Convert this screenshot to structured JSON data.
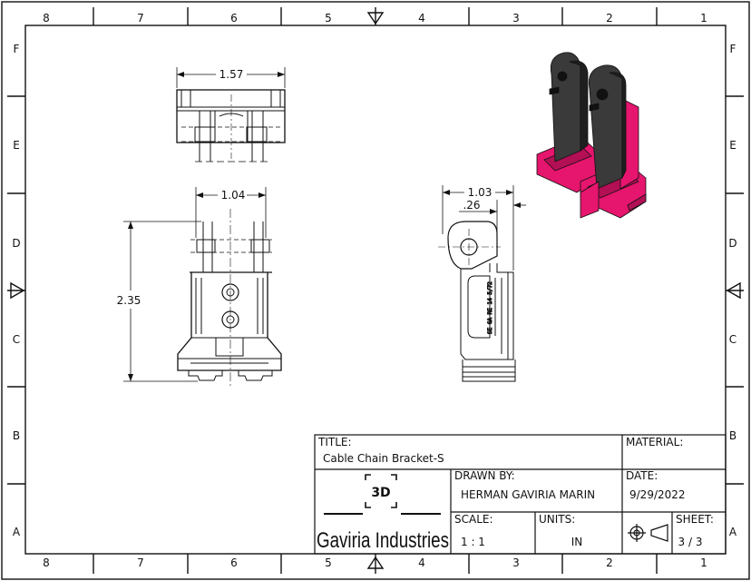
{
  "border": {
    "columns_top": [
      "8",
      "7",
      "6",
      "5",
      "4",
      "3",
      "2",
      "1"
    ],
    "columns_bottom": [
      "8",
      "7",
      "6",
      "5",
      "4",
      "3",
      "2",
      "1"
    ],
    "rows_left": [
      "F",
      "E",
      "D",
      "C",
      "B",
      "A"
    ],
    "rows_right": [
      "F",
      "E",
      "D",
      "C",
      "B",
      "A"
    ]
  },
  "dimensions": {
    "top_width": "1.57",
    "front_width": "1.04",
    "front_height": "2.35",
    "side_width": "1.03",
    "side_offset": ".26"
  },
  "part_engraving": "SE GA RE 14 5/72",
  "title_block": {
    "title_label": "TITLE:",
    "title_value": "Cable Chain Bracket-S",
    "material_label": "MATERIAL:",
    "material_value": "",
    "drawn_by_label": "DRAWN BY:",
    "drawn_by_value": "HERMAN GAVIRIA MARIN",
    "date_label": "DATE:",
    "date_value": "9/29/2022",
    "logo_mark": "3D",
    "logo_text": "Gaviria Industries",
    "scale_label": "SCALE:",
    "scale_value": "1 : 1",
    "units_label": "UNITS:",
    "units_value": "IN",
    "sheet_label": "SHEET:",
    "sheet_value": "3 / 3",
    "projection_icon": "third-angle-projection-icon"
  },
  "colors": {
    "line": "#111111",
    "render_dark": "#3a3a3a",
    "render_darker": "#1f1f1f",
    "render_magenta": "#e6156e",
    "render_magenta_dark": "#b30f55"
  }
}
